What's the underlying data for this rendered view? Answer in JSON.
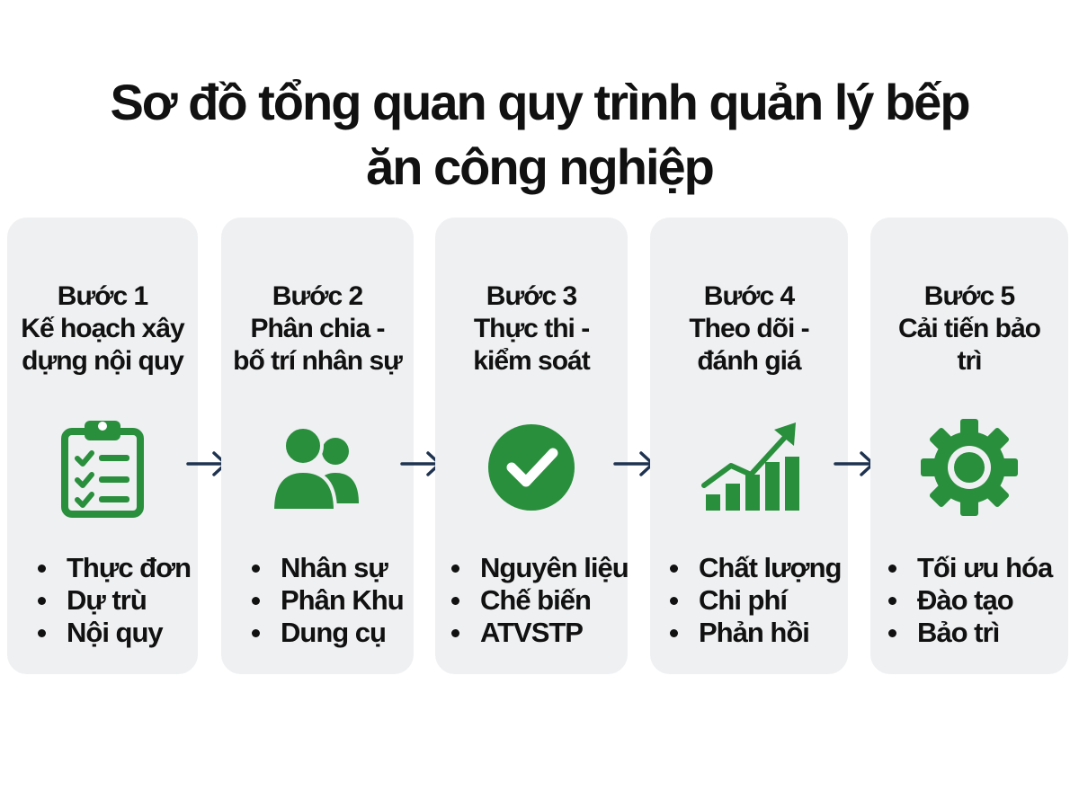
{
  "title": {
    "line1": "Sơ đồ tổng quan quy trình quản lý bếp",
    "line2": "ăn công nghiệp"
  },
  "colors": {
    "icon_green": "#2a8f3c",
    "card_bg": "#eef0f2",
    "arrow": "#1f3350"
  },
  "steps": [
    {
      "head": [
        "Bước 1",
        "Kế hoạch xây",
        "dựng nội quy"
      ],
      "icon": "clipboard-checklist-icon",
      "items": [
        "Thực đơn",
        "Dự trù",
        "Nội quy"
      ]
    },
    {
      "head": [
        "Bước 2",
        "Phân chia -",
        "bố trí nhân sự"
      ],
      "icon": "people-group-icon",
      "items": [
        "Nhân sự",
        "Phân Khu",
        "Dung cụ"
      ]
    },
    {
      "head": [
        "Bước 3",
        "Thực thi -",
        "kiểm soát"
      ],
      "icon": "check-circle-icon",
      "items": [
        "Nguyên liệu",
        "Chế biến",
        "ATVSTP"
      ]
    },
    {
      "head": [
        "Bước 4",
        "Theo dõi -",
        "đánh giá"
      ],
      "icon": "growth-chart-icon",
      "items": [
        "Chất lượng",
        "Chi phí",
        "Phản hồi"
      ]
    },
    {
      "head": [
        "Bước 5",
        "Cải tiến bảo",
        "trì"
      ],
      "icon": "gear-icon",
      "items": [
        "Tối ưu hóa",
        "Đào tạo",
        "Bảo trì"
      ]
    }
  ]
}
